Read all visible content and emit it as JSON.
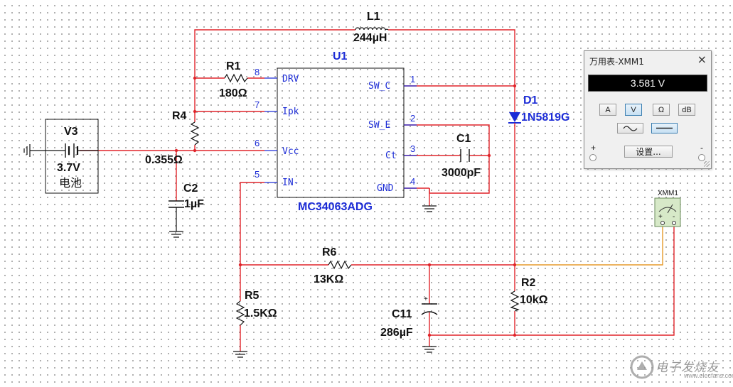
{
  "components": {
    "l1": {
      "ref": "L1",
      "value": "244µH"
    },
    "r1": {
      "ref": "R1",
      "value": "180Ω"
    },
    "r4": {
      "ref": "R4",
      "value": "0.355Ω"
    },
    "v3": {
      "ref": "V3",
      "value": "3.7V",
      "type": "电池"
    },
    "c2": {
      "ref": "C2",
      "value": "1µF"
    },
    "u1": {
      "ref": "U1",
      "part": "MC34063ADG"
    },
    "c1": {
      "ref": "C1",
      "value": "3000pF"
    },
    "d1": {
      "ref": "D1",
      "part": "1N5819G"
    },
    "r6": {
      "ref": "R6",
      "value": "13KΩ"
    },
    "r5": {
      "ref": "R5",
      "value": "1.5KΩ"
    },
    "c11": {
      "ref": "C11",
      "value": "286µF"
    },
    "r2": {
      "ref": "R2",
      "value": "10kΩ"
    },
    "xmm1": {
      "ref": "XMM1"
    }
  },
  "u1_pins": [
    {
      "num": "8",
      "name": "DRV"
    },
    {
      "num": "7",
      "name": "Ipk"
    },
    {
      "num": "6",
      "name": "Vcc"
    },
    {
      "num": "5",
      "name": "IN-"
    },
    {
      "num": "1",
      "name": "SW_C"
    },
    {
      "num": "2",
      "name": "SW_E"
    },
    {
      "num": "3",
      "name": "Ct"
    },
    {
      "num": "4",
      "name": "GND"
    }
  ],
  "multimeter": {
    "title": "万用表-XMM1",
    "close_label": "×",
    "reading": "3.581 V",
    "modes": [
      "A",
      "V",
      "Ω",
      "dB"
    ],
    "active_mode": "V",
    "coupling_active": "dc",
    "settings_label": "设置...",
    "plus_label": "+",
    "minus_label": "-"
  },
  "watermark": {
    "text": "电子发烧友",
    "url": "www.elecfans.com"
  },
  "colors": {
    "wire": "#e0242a",
    "probe_wire": "#e59a2b",
    "component": "#111111",
    "pin_text": "#1c2cd6",
    "diode": "#1c2cd6"
  }
}
